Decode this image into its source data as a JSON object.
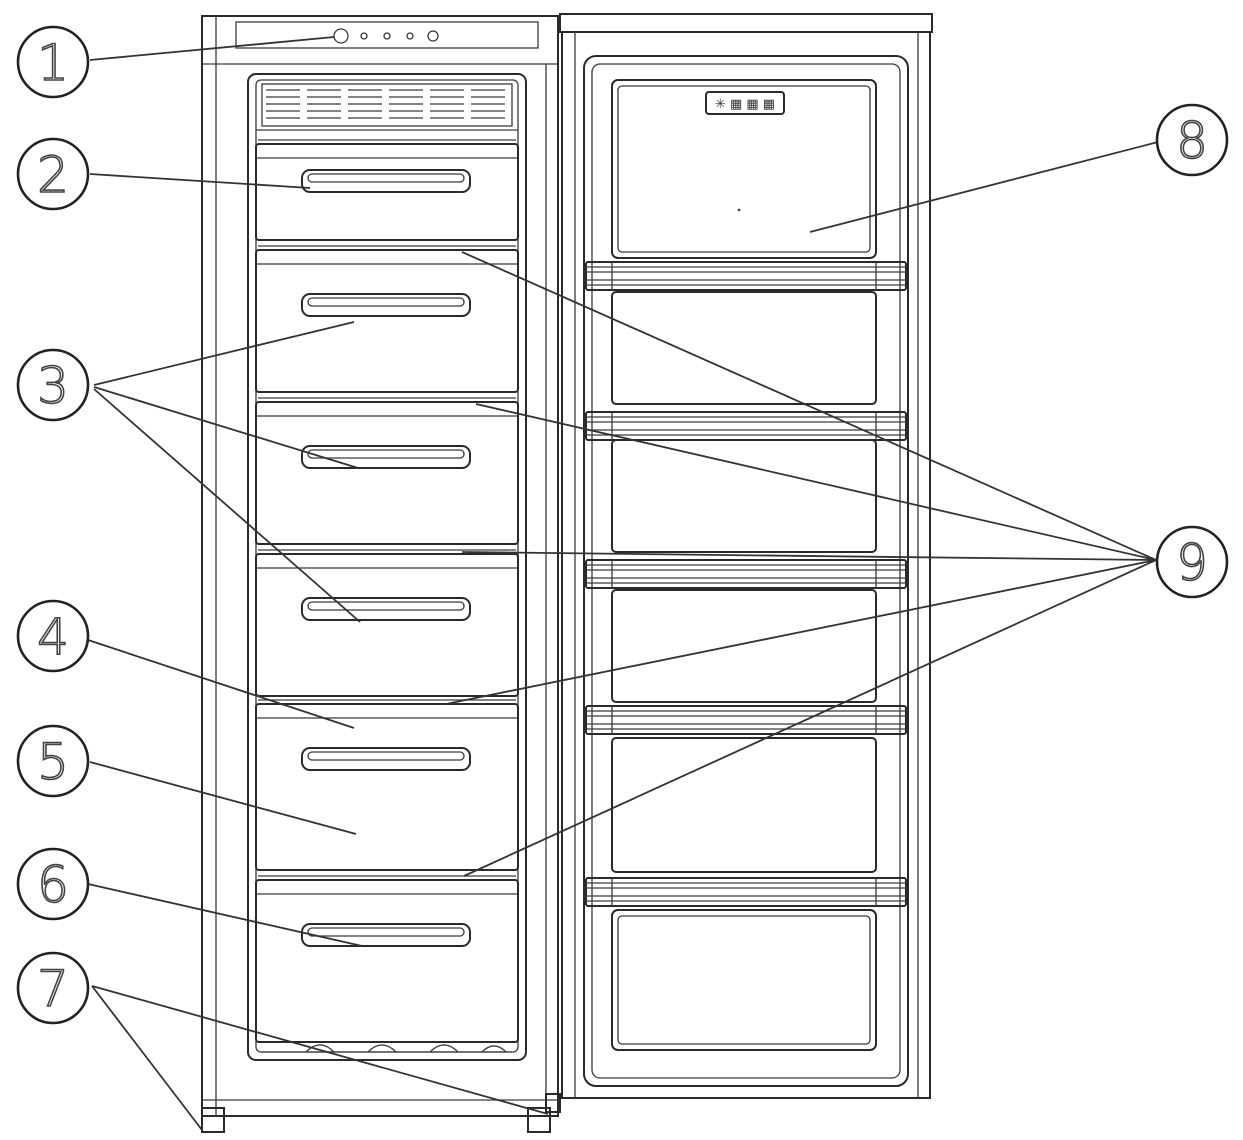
{
  "callouts": [
    {
      "number": "1",
      "name": "control-panel"
    },
    {
      "number": "2",
      "name": "top-drawer"
    },
    {
      "number": "3",
      "name": "middle-drawers"
    },
    {
      "number": "4",
      "name": "glass-shelf-cover"
    },
    {
      "number": "5",
      "name": "large-drawer"
    },
    {
      "number": "6",
      "name": "bottom-drawer"
    },
    {
      "number": "7",
      "name": "adjustable-feet"
    },
    {
      "number": "8",
      "name": "door-inner-panel"
    },
    {
      "number": "9",
      "name": "glass-shelves"
    }
  ]
}
